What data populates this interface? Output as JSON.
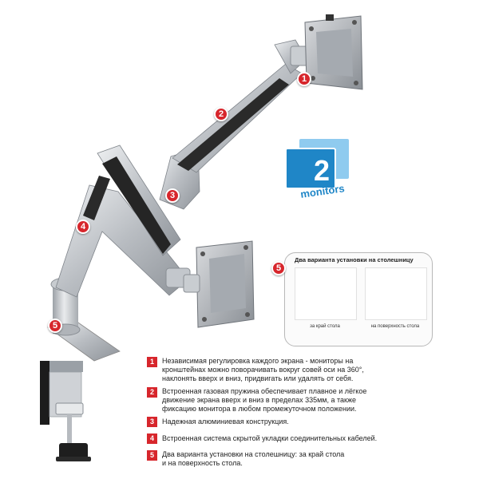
{
  "badge": {
    "number": "2",
    "word": "monitors",
    "colors": {
      "front": "#1f86c7",
      "back": "#8fcbef"
    }
  },
  "markers": [
    "1",
    "2",
    "3",
    "4",
    "5"
  ],
  "install": {
    "marker": "5",
    "title": "Два варианта установки на столешницу",
    "captions": [
      "за край стола",
      "на поверхность стола"
    ]
  },
  "features": [
    {
      "num": "1",
      "lines": [
        "Независимая регулировка каждого экрана - мониторы на",
        "кронштейнах можно поворачивать вокруг совей оси на 360°,",
        "наклонять вверх и вниз, придвигать или удалять от себя."
      ]
    },
    {
      "num": "2",
      "lines": [
        "Встроенная газовая пружина обеспечивает плавное и лёгкое",
        "движение экрана вверх и вниз в пределах 335мм, а также",
        "фиксацию монитора в любом промежуточном положении."
      ]
    },
    {
      "num": "3",
      "lines": [
        "Надежная алюминиевая конструкция."
      ]
    },
    {
      "num": "4",
      "lines": [
        "Встроенная система скрытой укладки соединительных кабелей."
      ]
    },
    {
      "num": "5",
      "lines": [
        "Два варианта установки на столешницу: за край стола",
        "и на поверхность стола."
      ]
    }
  ],
  "colors": {
    "accent_red": "#d7262c",
    "aluminum": "#c9ccd0",
    "dark": "#2b2b2b"
  }
}
